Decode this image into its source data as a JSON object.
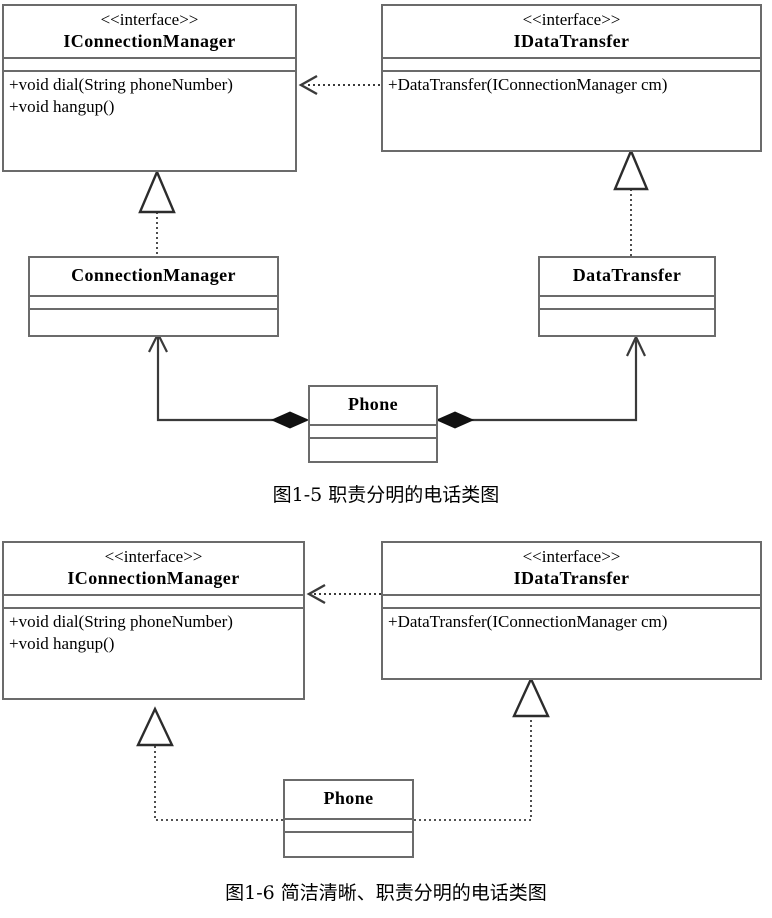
{
  "figure_top": {
    "caption": "图1-5 职责分明的电话类图",
    "classes": [
      {
        "id": "iconnectionmanager",
        "stereotype": "<<interface>>",
        "name": "IConnectionManager",
        "operations": [
          "+void dial(String phoneNumber)",
          "+void hangup()"
        ]
      },
      {
        "id": "idatatransfer",
        "stereotype": "<<interface>>",
        "name": "IDataTransfer",
        "operations": [
          "+DataTransfer(IConnectionManager cm)"
        ]
      },
      {
        "id": "connectionmanager",
        "stereotype": "",
        "name": "ConnectionManager",
        "operations": []
      },
      {
        "id": "datatransfer",
        "stereotype": "",
        "name": "DataTransfer",
        "operations": []
      },
      {
        "id": "phone",
        "stereotype": "",
        "name": "Phone",
        "operations": []
      }
    ],
    "relations": [
      {
        "kind": "dependency",
        "from": "IDataTransfer",
        "to": "IConnectionManager",
        "style": "dotted-open-arrow"
      },
      {
        "kind": "realization",
        "from": "ConnectionManager",
        "to": "IConnectionManager",
        "style": "dotted-hollow-triangle"
      },
      {
        "kind": "realization",
        "from": "DataTransfer",
        "to": "IDataTransfer",
        "style": "dotted-hollow-triangle"
      },
      {
        "kind": "composition",
        "from": "Phone",
        "to": "ConnectionManager",
        "style": "solid-filled-diamond-open-arrow"
      },
      {
        "kind": "composition",
        "from": "Phone",
        "to": "DataTransfer",
        "style": "solid-filled-diamond-open-arrow"
      }
    ]
  },
  "figure_bottom": {
    "caption": "图1-6 简洁清晰、职责分明的电话类图",
    "classes": [
      {
        "id": "iconnectionmanager2",
        "stereotype": "<<interface>>",
        "name": "IConnectionManager",
        "operations": [
          "+void dial(String phoneNumber)",
          "+void hangup()"
        ]
      },
      {
        "id": "idatatransfer2",
        "stereotype": "<<interface>>",
        "name": "IDataTransfer",
        "operations": [
          "+DataTransfer(IConnectionManager cm)"
        ]
      },
      {
        "id": "phone2",
        "stereotype": "",
        "name": "Phone",
        "operations": []
      }
    ],
    "relations": [
      {
        "kind": "dependency",
        "from": "IDataTransfer",
        "to": "IConnectionManager",
        "style": "dotted-open-arrow"
      },
      {
        "kind": "realization",
        "from": "Phone",
        "to": "IConnectionManager",
        "style": "dotted-hollow-triangle"
      },
      {
        "kind": "realization",
        "from": "Phone",
        "to": "IDataTransfer",
        "style": "dotted-hollow-triangle"
      }
    ]
  },
  "colors": {
    "box_border": "#6b6b6b",
    "line": "#3a3a3a",
    "background": "#ffffff",
    "text": "#000000"
  }
}
